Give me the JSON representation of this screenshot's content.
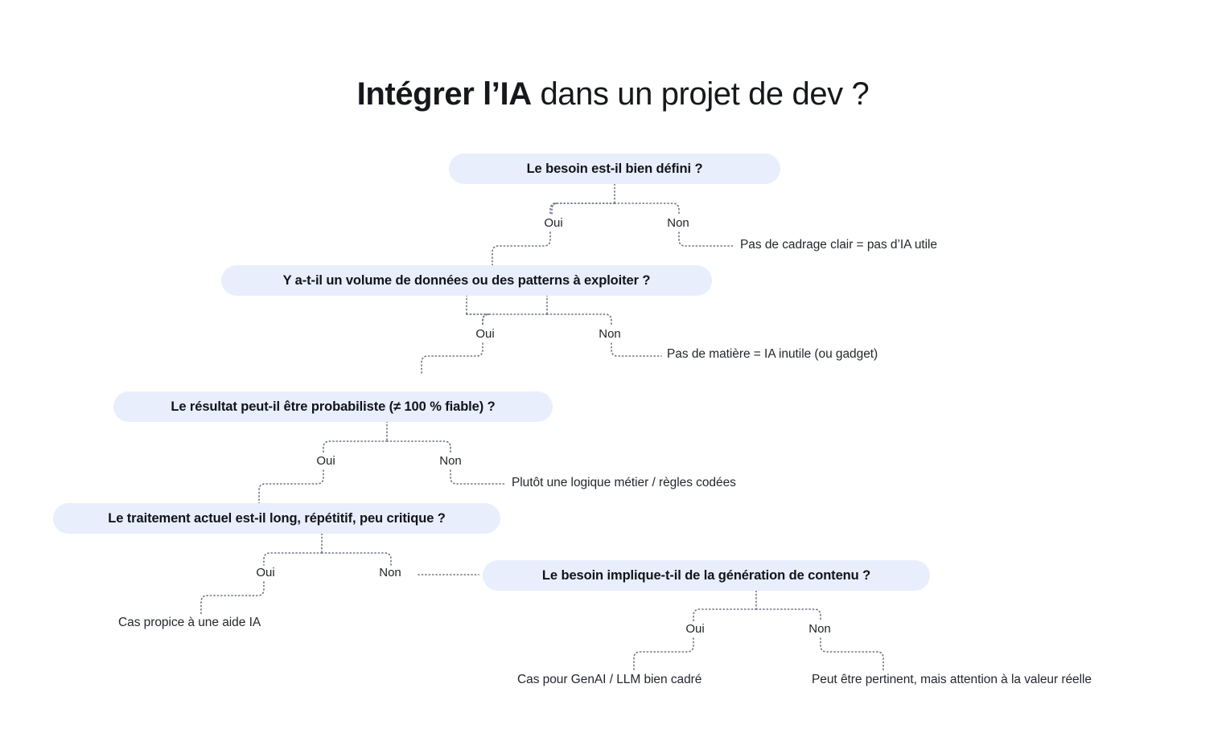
{
  "title": {
    "strong": "Intégrer l’IA",
    "rest": " dans un projet de dev ?"
  },
  "colors": {
    "background": "#ffffff",
    "node_fill": "#e8eefc",
    "node_text": "#111318",
    "leaf_text": "#24272e",
    "connector": "#6b7280"
  },
  "nodes": [
    {
      "id": "q1",
      "label": "Le besoin est-il bien défini ?"
    },
    {
      "id": "q2",
      "label": "Y a-t-il un volume de données ou des patterns à exploiter ?"
    },
    {
      "id": "q3",
      "label": "Le résultat peut-il être probabiliste (≠ 100 % fiable) ?"
    },
    {
      "id": "q4",
      "label": "Le traitement actuel est-il long, répétitif, peu critique ?"
    },
    {
      "id": "q5",
      "label": "Le besoin implique-t-il de la génération de contenu ?"
    }
  ],
  "branches": {
    "q1_yes": "Oui",
    "q1_no": "Non",
    "q2_yes": "Oui",
    "q2_no": "Non",
    "q3_yes": "Oui",
    "q3_no": "Non",
    "q4_yes": "Oui",
    "q4_no": "Non",
    "q5_yes": "Oui",
    "q5_no": "Non"
  },
  "leaves": [
    {
      "id": "l1",
      "text": "Pas de cadrage clair = pas d’IA utile"
    },
    {
      "id": "l2",
      "text": "Pas de matière = IA inutile (ou gadget)"
    },
    {
      "id": "l3",
      "text": "Plutôt une logique métier / règles codées"
    },
    {
      "id": "l4",
      "text": "Cas propice à une aide IA"
    },
    {
      "id": "l5",
      "text": "Cas pour GenAI / LLM bien cadré"
    },
    {
      "id": "l6",
      "text": "Peut être pertinent, mais attention à la valeur réelle"
    }
  ]
}
